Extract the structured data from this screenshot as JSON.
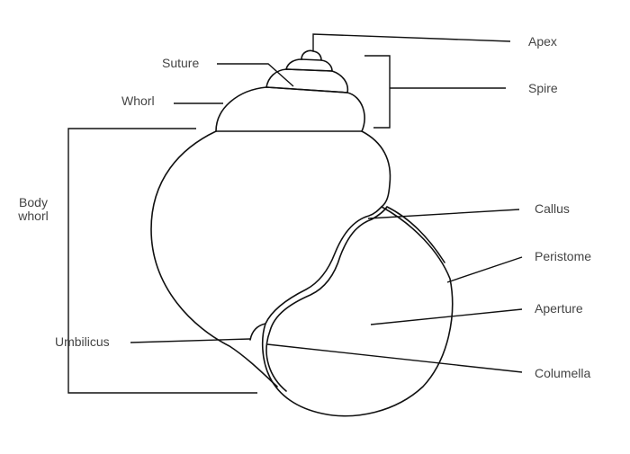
{
  "labels": {
    "apex": "Apex",
    "spire": "Spire",
    "suture": "Suture",
    "whorl": "Whorl",
    "body_whorl_line1": "Body",
    "body_whorl_line2": "whorl",
    "callus": "Callus",
    "peristome": "Peristome",
    "aperture": "Aperture",
    "umbilicus": "Umbilicus",
    "columella": "Columella"
  },
  "colors": {
    "line": "#111111",
    "text": "#444444",
    "background": "#ffffff"
  }
}
